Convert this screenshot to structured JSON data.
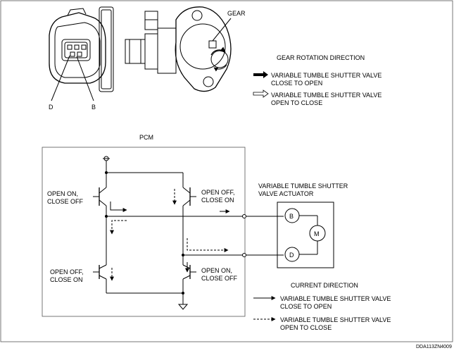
{
  "connector": {
    "pin_d": "D",
    "pin_b": "B",
    "gear_label": "GEAR"
  },
  "gear_legend": {
    "title": "GEAR ROTATION DIRECTION",
    "item1_line1": "VARIABLE TUMBLE SHUTTER VALVE",
    "item1_line2": "CLOSE TO OPEN",
    "item2_line1": "VARIABLE TUMBLE SHUTTER VALVE",
    "item2_line2": "OPEN TO CLOSE"
  },
  "circuit": {
    "pcm_label": "PCM",
    "tl_line1": "OPEN ON,",
    "tl_line2": "CLOSE OFF",
    "tr_line1": "OPEN OFF,",
    "tr_line2": "CLOSE ON",
    "bl_line1": "OPEN OFF,",
    "bl_line2": "CLOSE ON",
    "br_line1": "OPEN ON,",
    "br_line2": "CLOSE OFF",
    "actuator_line1": "VARIABLE TUMBLE SHUTTER",
    "actuator_line2": "VALVE ACTUATOR",
    "term_b": "B",
    "term_d": "D",
    "motor": "M"
  },
  "current_legend": {
    "title": "CURRENT DIRECTION",
    "item1_line1": "VARIABLE TUMBLE SHUTTER VALVE",
    "item1_line2": "CLOSE TO OPEN",
    "item2_line1": "VARIABLE TUMBLE SHUTTER VALVE",
    "item2_line2": "OPEN TO CLOSE"
  },
  "figure_code": "DDA113ZN4009"
}
